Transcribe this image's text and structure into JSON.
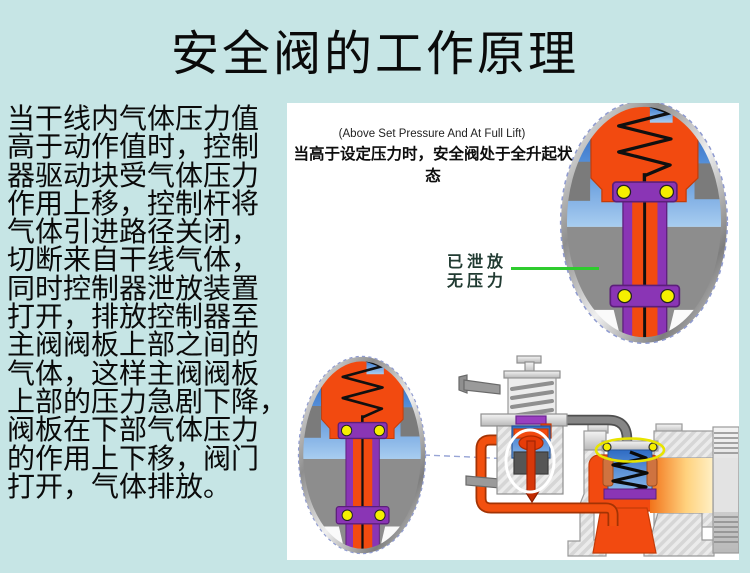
{
  "slide": {
    "title": "安全阀的工作原理",
    "body_text": {
      "lines": [
        "当干线内气体压力值",
        "高于动作值时，控制",
        "器驱动块受气体压力",
        "作用上移，控制杆将",
        "气体引进路径关闭，",
        "切断来自干线气体，",
        "同时控制器泄放装置",
        "打开，排放控制器至",
        "主阀阀板上部之间的",
        "气体，这样主阀阀板",
        "上部的压力急剧下降，",
        "阀板在下部气体压力",
        "的作用上下移，阀门",
        "打开，气体排放。"
      ]
    },
    "panel": {
      "header_en": "(Above Set Pressure And At Full Lift)",
      "header_zh": "当高于设定压力时，安全阀处于全升起状态",
      "callout": {
        "line1": "已泄放",
        "line2": "无压力",
        "line_color": "#2ecc2e"
      },
      "diagram_parts": [
        "magnified-valve-cross-section-top-right",
        "magnified-valve-cross-section-bottom-left",
        "pilot-controller",
        "main-valve-body"
      ]
    },
    "colors": {
      "background": "#c6e5e5",
      "panel": "#ffffff",
      "title_text": "#0a0a0a",
      "body_text": "#0a0a0a",
      "callout_text": "#213b32",
      "green_line": "#2ecc2e",
      "valve_orange": "#f24a10",
      "valve_blue": "#3e7cce",
      "valve_gray": "#8d8d8d",
      "valve_purple": "#8a35b5",
      "seal_yellow": "#f5ef00",
      "pipe_gray": "#7f7f7f",
      "highlight_yellow": "#e8e400"
    }
  }
}
